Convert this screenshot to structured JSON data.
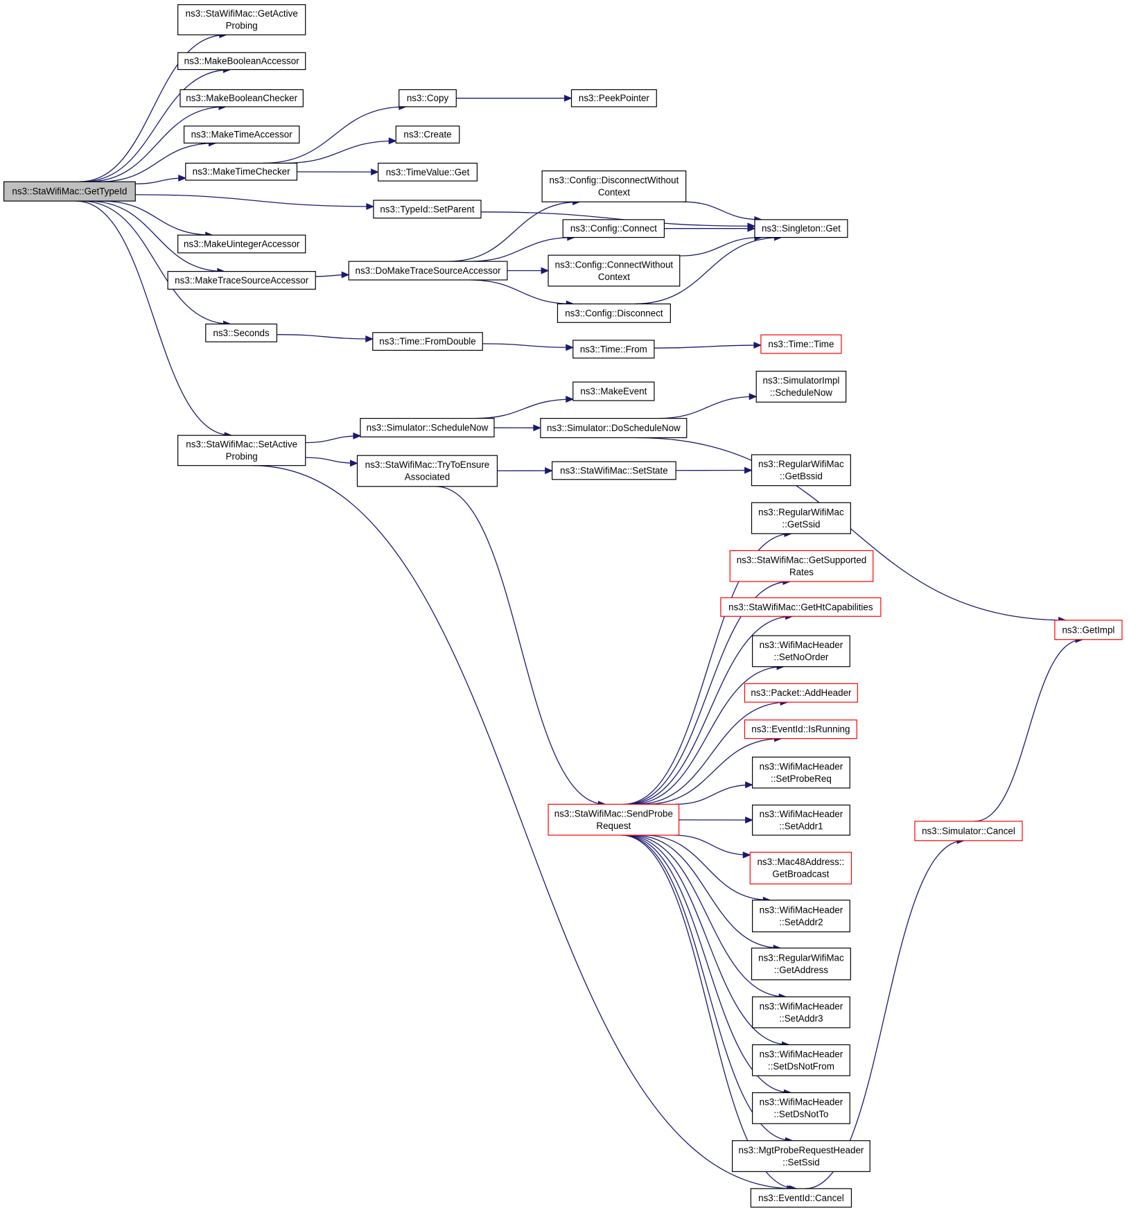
{
  "nodes": [
    {
      "id": "root",
      "lines": [
        "ns3::StaWifiMac::GetTypeId"
      ],
      "style": "root"
    },
    {
      "id": "getActiveProbing",
      "lines": [
        "ns3::StaWifiMac::GetActive",
        "Probing"
      ],
      "style": "normal"
    },
    {
      "id": "makeBoolAcc",
      "lines": [
        "ns3::MakeBooleanAccessor"
      ],
      "style": "normal"
    },
    {
      "id": "makeBoolChk",
      "lines": [
        "ns3::MakeBooleanChecker"
      ],
      "style": "normal"
    },
    {
      "id": "makeTimeAcc",
      "lines": [
        "ns3::MakeTimeAccessor"
      ],
      "style": "normal"
    },
    {
      "id": "makeTimeChk",
      "lines": [
        "ns3::MakeTimeChecker"
      ],
      "style": "normal"
    },
    {
      "id": "setParent",
      "lines": [
        "ns3::TypeId::SetParent"
      ],
      "style": "normal"
    },
    {
      "id": "makeUintAcc",
      "lines": [
        "ns3::MakeUintegerAccessor"
      ],
      "style": "normal"
    },
    {
      "id": "makeTraceSrc",
      "lines": [
        "ns3::MakeTraceSourceAccessor"
      ],
      "style": "normal"
    },
    {
      "id": "seconds",
      "lines": [
        "ns3::Seconds"
      ],
      "style": "normal"
    },
    {
      "id": "setActiveProbing",
      "lines": [
        "ns3::StaWifiMac::SetActive",
        "Probing"
      ],
      "style": "normal"
    },
    {
      "id": "copy",
      "lines": [
        "ns3::Copy"
      ],
      "style": "normal"
    },
    {
      "id": "peekPointer",
      "lines": [
        "ns3::PeekPointer"
      ],
      "style": "normal"
    },
    {
      "id": "create",
      "lines": [
        "ns3::Create"
      ],
      "style": "normal"
    },
    {
      "id": "timeValueGet",
      "lines": [
        "ns3::TimeValue::Get"
      ],
      "style": "normal"
    },
    {
      "id": "cfgDiscNoCtx",
      "lines": [
        "ns3::Config::DisconnectWithout",
        "Context"
      ],
      "style": "normal"
    },
    {
      "id": "singletonGet",
      "lines": [
        "ns3::Singleton::Get"
      ],
      "style": "normal"
    },
    {
      "id": "cfgConnect",
      "lines": [
        "ns3::Config::Connect"
      ],
      "style": "normal"
    },
    {
      "id": "doMakeTrace",
      "lines": [
        "ns3::DoMakeTraceSourceAccessor"
      ],
      "style": "normal"
    },
    {
      "id": "cfgConnNoCtx",
      "lines": [
        "ns3::Config::ConnectWithout",
        "Context"
      ],
      "style": "normal"
    },
    {
      "id": "cfgDisconnect",
      "lines": [
        "ns3::Config::Disconnect"
      ],
      "style": "normal"
    },
    {
      "id": "timeFromDouble",
      "lines": [
        "ns3::Time::FromDouble"
      ],
      "style": "normal"
    },
    {
      "id": "timeFrom",
      "lines": [
        "ns3::Time::From"
      ],
      "style": "normal"
    },
    {
      "id": "timeTime",
      "lines": [
        "ns3::Time::Time"
      ],
      "style": "red"
    },
    {
      "id": "makeEvent",
      "lines": [
        "ns3::MakeEvent"
      ],
      "style": "normal"
    },
    {
      "id": "simImplSchedNow",
      "lines": [
        "ns3::SimulatorImpl",
        "::ScheduleNow"
      ],
      "style": "normal"
    },
    {
      "id": "simSchedNow",
      "lines": [
        "ns3::Simulator::ScheduleNow"
      ],
      "style": "normal"
    },
    {
      "id": "simDoSchedNow",
      "lines": [
        "ns3::Simulator::DoScheduleNow"
      ],
      "style": "normal"
    },
    {
      "id": "tryEnsure",
      "lines": [
        "ns3::StaWifiMac::TryToEnsure",
        "Associated"
      ],
      "style": "normal"
    },
    {
      "id": "setState",
      "lines": [
        "ns3::StaWifiMac::SetState"
      ],
      "style": "normal"
    },
    {
      "id": "getBssid",
      "lines": [
        "ns3::RegularWifiMac",
        "::GetBssid"
      ],
      "style": "normal"
    },
    {
      "id": "getSsid",
      "lines": [
        "ns3::RegularWifiMac",
        "::GetSsid"
      ],
      "style": "normal"
    },
    {
      "id": "getSuppRates",
      "lines": [
        "ns3::StaWifiMac::GetSupported",
        "Rates"
      ],
      "style": "red"
    },
    {
      "id": "getHtCap",
      "lines": [
        "ns3::StaWifiMac::GetHtCapabilities"
      ],
      "style": "red"
    },
    {
      "id": "getImpl",
      "lines": [
        "ns3::GetImpl"
      ],
      "style": "red"
    },
    {
      "id": "setNoOrder",
      "lines": [
        "ns3::WifiMacHeader",
        "::SetNoOrder"
      ],
      "style": "normal"
    },
    {
      "id": "addHeader",
      "lines": [
        "ns3::Packet::AddHeader"
      ],
      "style": "red"
    },
    {
      "id": "isRunning",
      "lines": [
        "ns3::EventId::IsRunning"
      ],
      "style": "red"
    },
    {
      "id": "setProbeReq",
      "lines": [
        "ns3::WifiMacHeader",
        "::SetProbeReq"
      ],
      "style": "normal"
    },
    {
      "id": "sendProbe",
      "lines": [
        "ns3::StaWifiMac::SendProbe",
        "Request"
      ],
      "style": "red"
    },
    {
      "id": "setAddr1",
      "lines": [
        "ns3::WifiMacHeader",
        "::SetAddr1"
      ],
      "style": "normal"
    },
    {
      "id": "simCancel",
      "lines": [
        "ns3::Simulator::Cancel"
      ],
      "style": "red"
    },
    {
      "id": "getBroadcast",
      "lines": [
        "ns3::Mac48Address::",
        "GetBroadcast"
      ],
      "style": "red"
    },
    {
      "id": "setAddr2",
      "lines": [
        "ns3::WifiMacHeader",
        "::SetAddr2"
      ],
      "style": "normal"
    },
    {
      "id": "getAddress",
      "lines": [
        "ns3::RegularWifiMac",
        "::GetAddress"
      ],
      "style": "normal"
    },
    {
      "id": "setAddr3",
      "lines": [
        "ns3::WifiMacHeader",
        "::SetAddr3"
      ],
      "style": "normal"
    },
    {
      "id": "setDsNotFrom",
      "lines": [
        "ns3::WifiMacHeader",
        "::SetDsNotFrom"
      ],
      "style": "normal"
    },
    {
      "id": "setDsNotTo",
      "lines": [
        "ns3::WifiMacHeader",
        "::SetDsNotTo"
      ],
      "style": "normal"
    },
    {
      "id": "mgtSetSsid",
      "lines": [
        "ns3::MgtProbeRequestHeader",
        "::SetSsid"
      ],
      "style": "normal"
    },
    {
      "id": "eventCancel",
      "lines": [
        "ns3::EventId::Cancel"
      ],
      "style": "normal"
    }
  ],
  "edges": [
    [
      "root",
      "getActiveProbing"
    ],
    [
      "root",
      "makeBoolAcc"
    ],
    [
      "root",
      "makeBoolChk"
    ],
    [
      "root",
      "makeTimeAcc"
    ],
    [
      "root",
      "makeTimeChk"
    ],
    [
      "root",
      "setParent"
    ],
    [
      "root",
      "makeUintAcc"
    ],
    [
      "root",
      "makeTraceSrc"
    ],
    [
      "root",
      "seconds"
    ],
    [
      "root",
      "setActiveProbing"
    ],
    [
      "makeTimeChk",
      "copy"
    ],
    [
      "makeTimeChk",
      "create"
    ],
    [
      "makeTimeChk",
      "timeValueGet"
    ],
    [
      "copy",
      "peekPointer"
    ],
    [
      "setParent",
      "singletonGet"
    ],
    [
      "makeTraceSrc",
      "doMakeTrace"
    ],
    [
      "doMakeTrace",
      "cfgDiscNoCtx"
    ],
    [
      "doMakeTrace",
      "cfgConnect"
    ],
    [
      "doMakeTrace",
      "cfgConnNoCtx"
    ],
    [
      "doMakeTrace",
      "cfgDisconnect"
    ],
    [
      "cfgDiscNoCtx",
      "singletonGet"
    ],
    [
      "cfgConnect",
      "singletonGet"
    ],
    [
      "cfgConnNoCtx",
      "singletonGet"
    ],
    [
      "cfgDisconnect",
      "singletonGet"
    ],
    [
      "seconds",
      "timeFromDouble"
    ],
    [
      "timeFromDouble",
      "timeFrom"
    ],
    [
      "timeFrom",
      "timeTime"
    ],
    [
      "setActiveProbing",
      "simSchedNow"
    ],
    [
      "setActiveProbing",
      "tryEnsure"
    ],
    [
      "setActiveProbing",
      "eventCancel"
    ],
    [
      "simSchedNow",
      "makeEvent"
    ],
    [
      "simSchedNow",
      "simDoSchedNow"
    ],
    [
      "simDoSchedNow",
      "simImplSchedNow"
    ],
    [
      "simDoSchedNow",
      "getImpl"
    ],
    [
      "tryEnsure",
      "setState"
    ],
    [
      "tryEnsure",
      "sendProbe"
    ],
    [
      "setState",
      "getBssid"
    ],
    [
      "sendProbe",
      "getSsid"
    ],
    [
      "sendProbe",
      "getSuppRates"
    ],
    [
      "sendProbe",
      "getHtCap"
    ],
    [
      "sendProbe",
      "setNoOrder"
    ],
    [
      "sendProbe",
      "addHeader"
    ],
    [
      "sendProbe",
      "isRunning"
    ],
    [
      "sendProbe",
      "setProbeReq"
    ],
    [
      "sendProbe",
      "setAddr1"
    ],
    [
      "sendProbe",
      "getBroadcast"
    ],
    [
      "sendProbe",
      "setAddr2"
    ],
    [
      "sendProbe",
      "getAddress"
    ],
    [
      "sendProbe",
      "setAddr3"
    ],
    [
      "sendProbe",
      "setDsNotFrom"
    ],
    [
      "sendProbe",
      "setDsNotTo"
    ],
    [
      "sendProbe",
      "mgtSetSsid"
    ],
    [
      "sendProbe",
      "eventCancel"
    ],
    [
      "eventCancel",
      "simCancel"
    ],
    [
      "simCancel",
      "getImpl"
    ]
  ]
}
